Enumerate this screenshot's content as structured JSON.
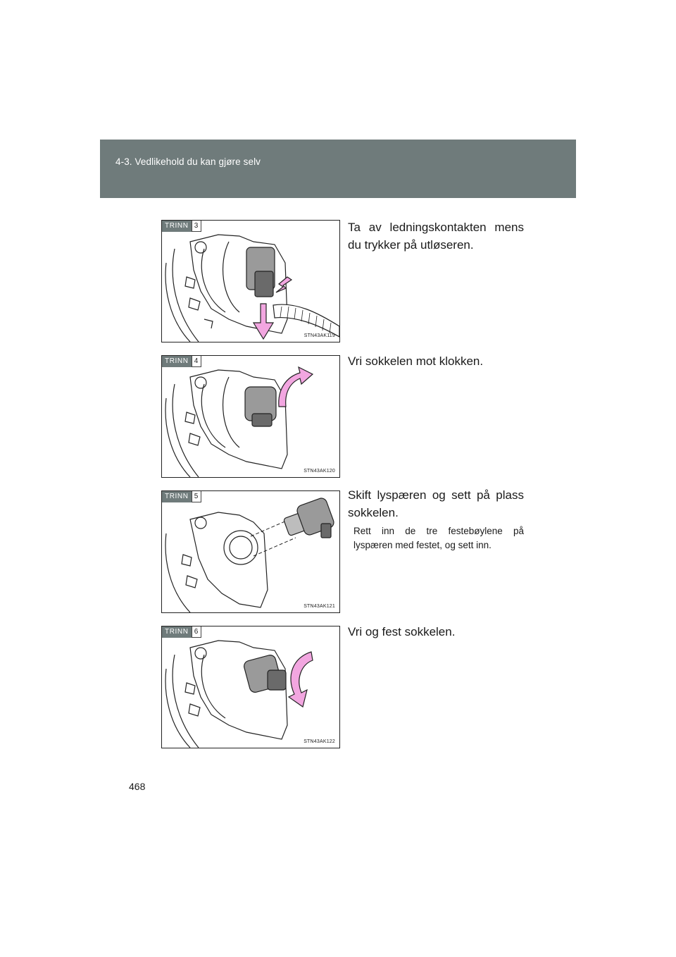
{
  "header": {
    "section_title": "4-3. Vedlikehold du kan gjøre selv"
  },
  "steps": [
    {
      "label": "TRINN",
      "number": "3",
      "figure_code": "STN43AK119",
      "text": "Ta av ledningskontakten mens du trykker på utløseren.",
      "note": ""
    },
    {
      "label": "TRINN",
      "number": "4",
      "figure_code": "STN43AK120",
      "text": "Vri sokkelen mot klokken.",
      "note": ""
    },
    {
      "label": "TRINN",
      "number": "5",
      "figure_code": "STN43AK121",
      "text": "Skift lyspæren og sett på plass sokkelen.",
      "note": "Rett inn de tre festebøylene på lyspæren med festet, og sett inn."
    },
    {
      "label": "TRINN",
      "number": "6",
      "figure_code": "STN43AK122",
      "text": "Vri og fest sokkelen.",
      "note": ""
    }
  ],
  "page_number": "468",
  "colors": {
    "header_band": "#6f7b7b",
    "arrow_pink": "#f2a6e0",
    "bulb_gray": "#8c8c8c"
  }
}
